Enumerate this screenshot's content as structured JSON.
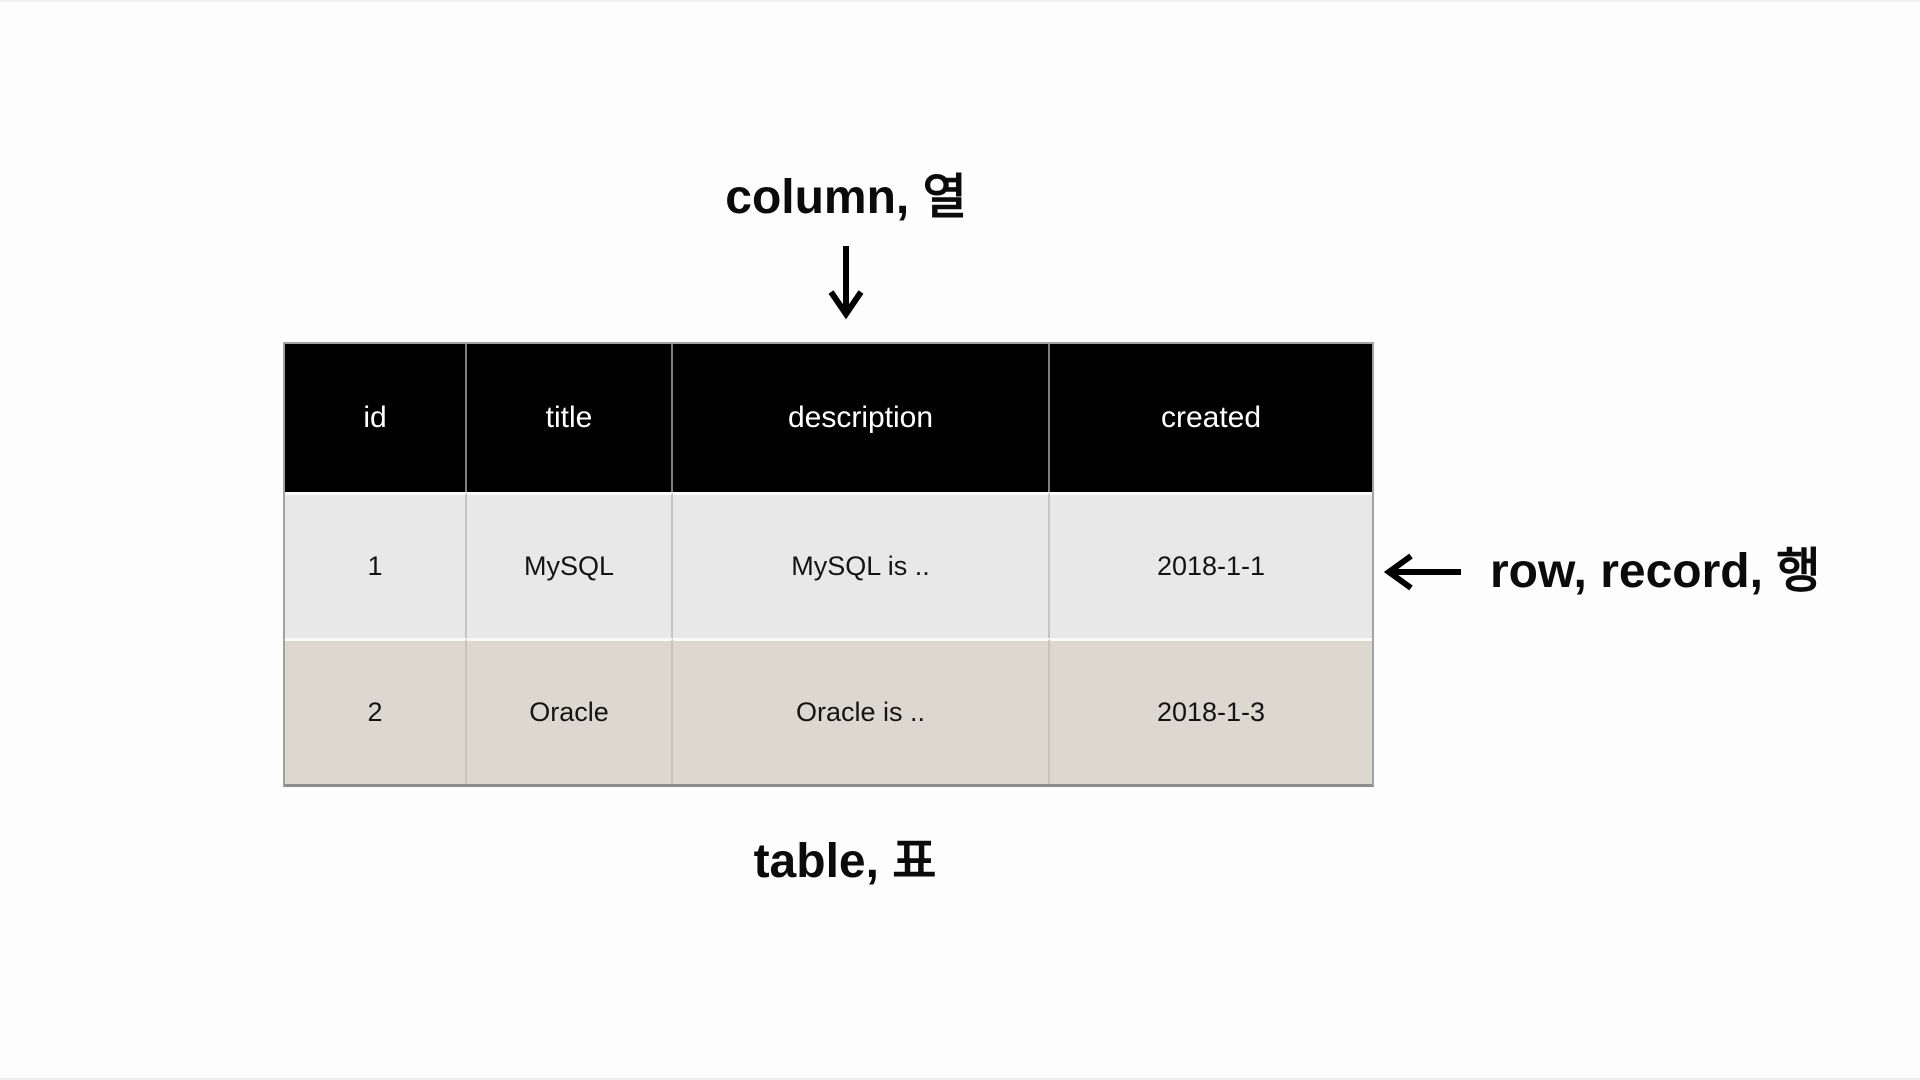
{
  "diagram": {
    "column_label": "column, 열",
    "row_label": "row, record, 행",
    "table_label": "table, 표"
  },
  "table": {
    "headers": [
      "id",
      "title",
      "description",
      "created"
    ],
    "rows": [
      [
        "1",
        "MySQL",
        "MySQL is ..",
        "2018-1-1"
      ],
      [
        "2",
        "Oracle",
        "Oracle is ..",
        "2018-1-3"
      ]
    ]
  },
  "icons": {
    "down_arrow": "column-pointer-arrow",
    "left_arrow": "row-pointer-arrow"
  },
  "colors": {
    "page_bg": "#fdfdfd",
    "header_bg": "#010101",
    "header_text": "#ffffff",
    "row1_bg": "#e9e8e8",
    "row2_bg": "#dcd8cf",
    "cell_text": "#141414",
    "label_text": "#0b0b0b",
    "arrow": "#000000"
  }
}
